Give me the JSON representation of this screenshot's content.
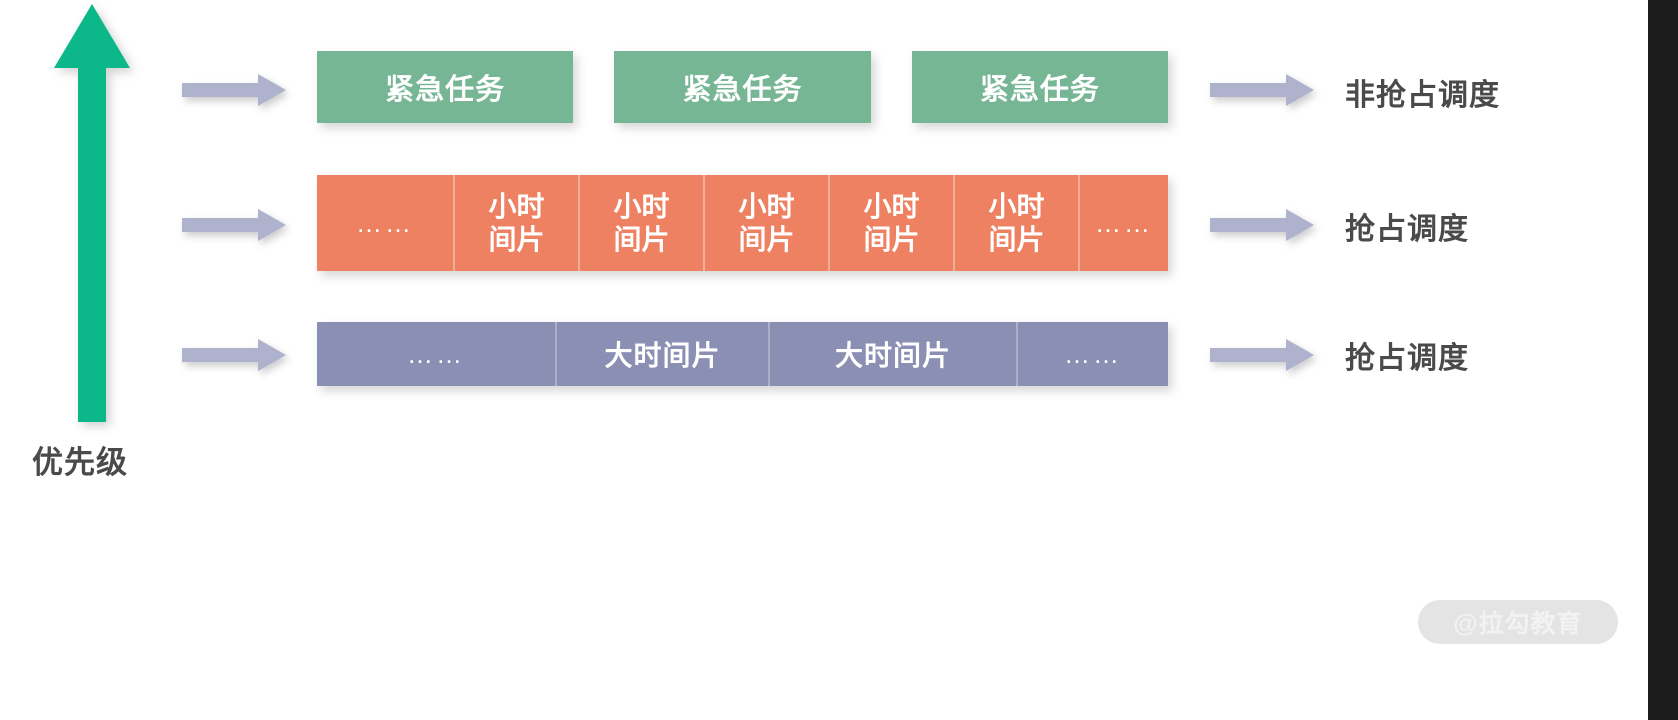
{
  "diagram": {
    "title_caption": "优先级",
    "priority_axis": {
      "icon": "up-arrow-icon",
      "color": "#0cb88a",
      "direction": "up",
      "meaning": "优先级"
    },
    "rows": [
      {
        "id": "urgent-tasks",
        "color": "#76b695",
        "connector_icon": "right-arrow-icon",
        "connector_color": "#aeb2cd",
        "cells": [
          {
            "label": "紧急任务",
            "kind": "task"
          },
          {
            "label": "紧急任务",
            "kind": "task"
          },
          {
            "label": "紧急任务",
            "kind": "task"
          }
        ],
        "scheduling_label": "非抢占调度"
      },
      {
        "id": "small-timeslices",
        "color": "#ee8162",
        "connector_icon": "right-arrow-icon",
        "connector_color": "#aeb2cd",
        "cells": [
          {
            "label": "……",
            "kind": "ellipsis"
          },
          {
            "label": "小时\n间片",
            "kind": "slice"
          },
          {
            "label": "小时\n间片",
            "kind": "slice"
          },
          {
            "label": "小时\n间片",
            "kind": "slice"
          },
          {
            "label": "小时\n间片",
            "kind": "slice"
          },
          {
            "label": "小时\n间片",
            "kind": "slice"
          },
          {
            "label": "……",
            "kind": "ellipsis"
          }
        ],
        "scheduling_label": "抢占调度"
      },
      {
        "id": "big-timeslices",
        "color": "#8a8fb3",
        "connector_icon": "right-arrow-icon",
        "connector_color": "#aeb2cd",
        "cells": [
          {
            "label": "……",
            "kind": "ellipsis"
          },
          {
            "label": "大时间片",
            "kind": "slice"
          },
          {
            "label": "大时间片",
            "kind": "slice"
          },
          {
            "label": "……",
            "kind": "ellipsis"
          }
        ],
        "scheduling_label": "抢占调度"
      }
    ],
    "watermark": "@拉勾教育",
    "colors": {
      "green_arrow": "#0cb88a",
      "urgent": "#76b695",
      "small_slice": "#ee8162",
      "big_slice": "#8a8fb3",
      "connector": "#aeb2cd",
      "text_dark": "#4a4a4a",
      "watermark_pill": "#e4e4e4"
    }
  }
}
